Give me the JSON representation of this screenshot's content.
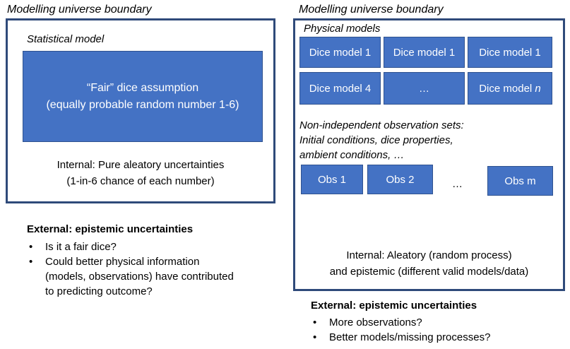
{
  "left": {
    "boundary_label": "Modelling universe boundary",
    "model_label": "Statistical model",
    "fair_line1": "“Fair” dice assumption",
    "fair_line2": "(equally probable random number 1-6)",
    "internal_line1": "Internal: Pure aleatory uncertainties",
    "internal_line2": "(1-in-6 chance of each number)",
    "external_title": "External: epistemic uncertainties",
    "bullets": [
      "Is it a fair dice?",
      "Could better physical information (models, observations) have contributed to predicting outcome?"
    ]
  },
  "right": {
    "boundary_label": "Modelling universe boundary",
    "models_label": "Physical models",
    "model_boxes": [
      "Dice model 1",
      "Dice model 1",
      "Dice model 1",
      "Dice model 4",
      "…",
      "Dice model "
    ],
    "model_n_suffix": "n",
    "obs_heading_lines": [
      "Non-independent observation sets:",
      "Initial conditions, dice properties,",
      "ambient conditions, …"
    ],
    "obs_boxes": [
      "Obs 1",
      "Obs 2",
      "Obs m"
    ],
    "obs_ellipsis": "…",
    "internal_line1": "Internal: Aleatory (random process)",
    "internal_line2": "and epistemic (different valid models/data)",
    "external_title": "External: epistemic uncertainties",
    "bullets": [
      "More observations?",
      "Better models/missing processes?"
    ],
    "bullet_char": "•"
  },
  "colors": {
    "box_fill": "#4472c4",
    "boundary_stroke": "#2f4a7a"
  }
}
